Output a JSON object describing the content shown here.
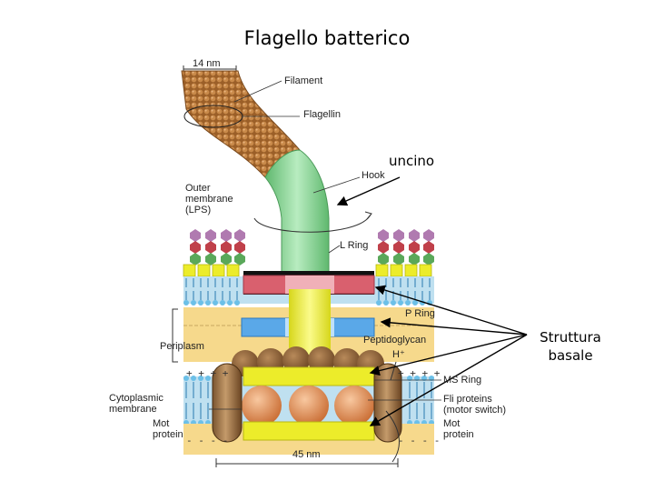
{
  "title": "Flagello batterico",
  "annotations": {
    "hook_it": "uncino",
    "basal_line1": "Struttura",
    "basal_line2": "basale"
  },
  "labels": {
    "width_top": "14 nm",
    "filament": "Filament",
    "flagellin": "Flagellin",
    "hook": "Hook",
    "outer_membrane_1": "Outer",
    "outer_membrane_2": "membrane",
    "outer_membrane_3": "(LPS)",
    "l_ring": "L Ring",
    "p_ring": "P Ring",
    "peptidoglycan": "Peptidoglycan",
    "h_plus": "H⁺",
    "periplasm": "Periplasm",
    "ms_ring": "MS Ring",
    "fli_1": "Fli proteins",
    "fli_2": "(motor switch)",
    "cyto_1": "Cytoplasmic",
    "cyto_2": "membrane",
    "mot_left_1": "Mot",
    "mot_left_2": "protein",
    "mot_right_1": "Mot",
    "mot_right_2": "protein",
    "width_bottom": "45 nm"
  },
  "colors": {
    "filament": "#a0662e",
    "hook": "#8fd49a",
    "l_ring": "#d9606e",
    "p_ring": "#5aa8e8",
    "rod": "#ecec2a",
    "membrane_band": "#f6d98c",
    "lps_purple": "#b07ab0",
    "lps_red": "#c0404a",
    "lps_green": "#5aa85a"
  }
}
